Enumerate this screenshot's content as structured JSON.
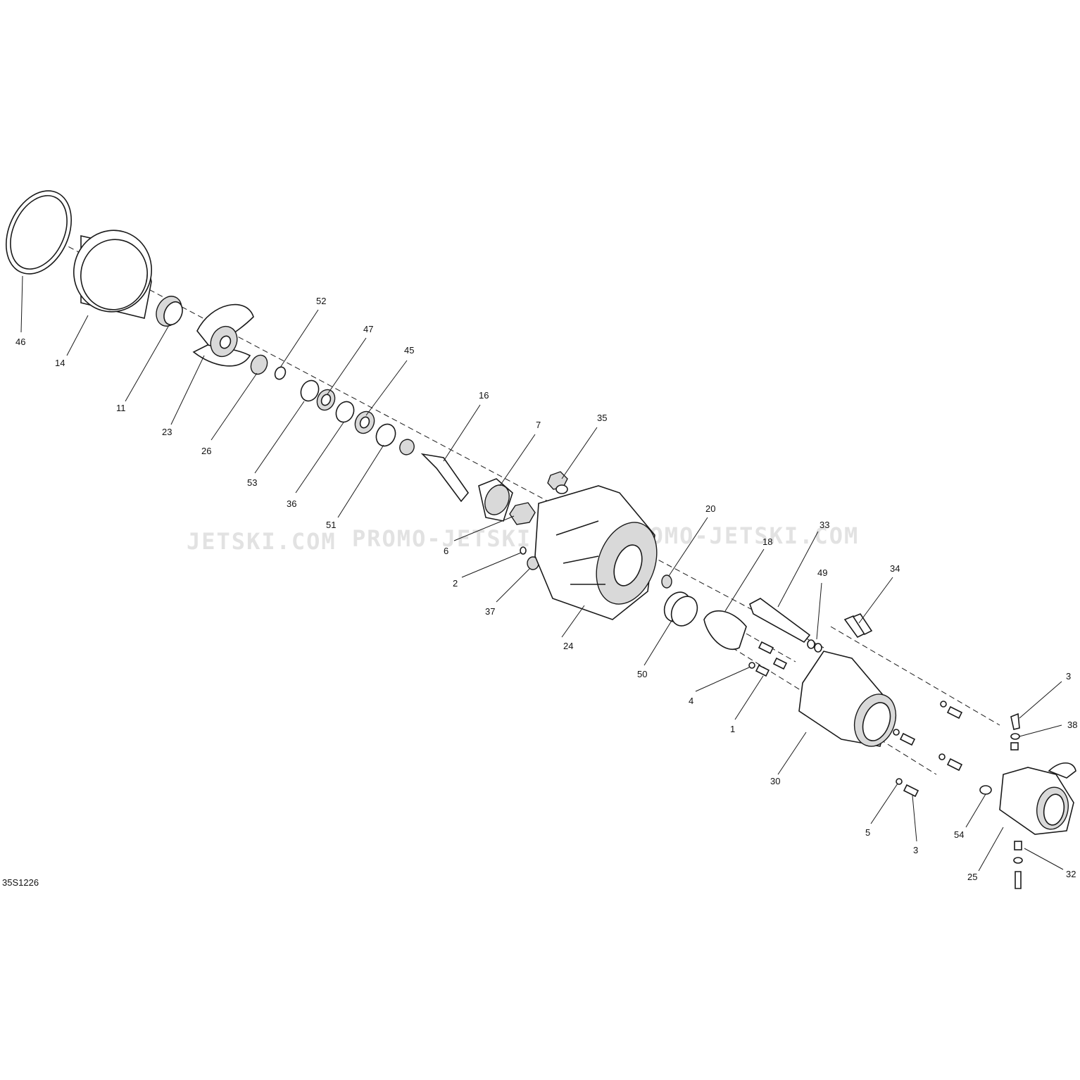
{
  "drawing": {
    "reference": "35S1226",
    "watermark": [
      "JETSKI.COM",
      "PROMO-JETSKI.COM",
      "PROMO-JETSKI.COM"
    ]
  },
  "callouts": [
    {
      "id": "46"
    },
    {
      "id": "14"
    },
    {
      "id": "11"
    },
    {
      "id": "23"
    },
    {
      "id": "26"
    },
    {
      "id": "52"
    },
    {
      "id": "53"
    },
    {
      "id": "47"
    },
    {
      "id": "36"
    },
    {
      "id": "45"
    },
    {
      "id": "51"
    },
    {
      "id": "16"
    },
    {
      "id": "7"
    },
    {
      "id": "6"
    },
    {
      "id": "35"
    },
    {
      "id": "2"
    },
    {
      "id": "37"
    },
    {
      "id": "24"
    },
    {
      "id": "20"
    },
    {
      "id": "50"
    },
    {
      "id": "18"
    },
    {
      "id": "33"
    },
    {
      "id": "49"
    },
    {
      "id": "34"
    },
    {
      "id": "4"
    },
    {
      "id": "1"
    },
    {
      "id": "30"
    },
    {
      "id": "5"
    },
    {
      "id": "3"
    },
    {
      "id": "3"
    },
    {
      "id": "38"
    },
    {
      "id": "54"
    },
    {
      "id": "25"
    },
    {
      "id": "32"
    }
  ]
}
